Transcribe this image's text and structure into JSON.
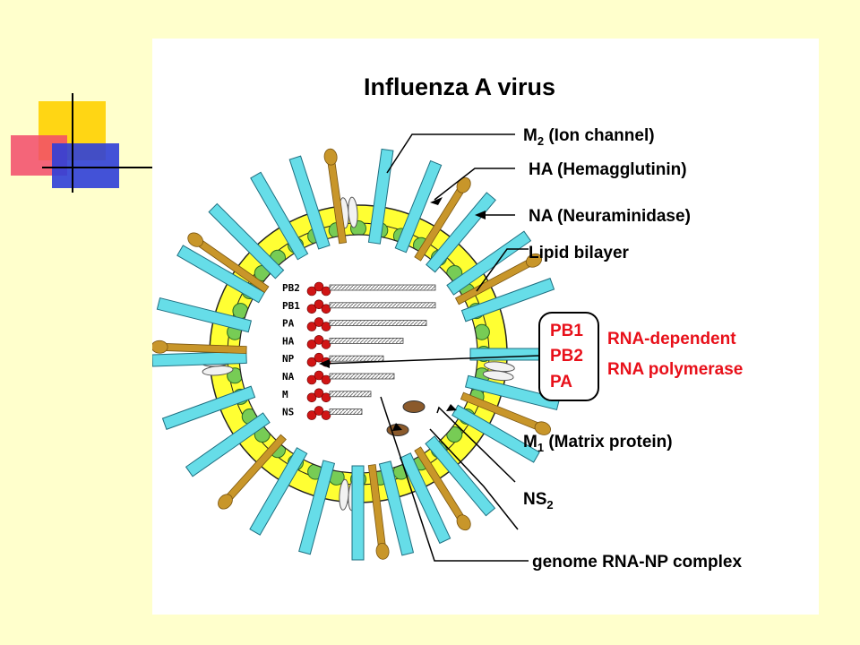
{
  "title": "Influenza A virus",
  "labels": {
    "m2": {
      "main": "M",
      "sub": "2",
      "rest": " (Ion channel)"
    },
    "ha": "HA (Hemagglutinin)",
    "na": "NA (Neuraminidase)",
    "lipid": "Lipid bilayer",
    "m1": {
      "main": "M",
      "sub": "1",
      "rest": " (Matrix protein)"
    },
    "ns2": {
      "main": "NS",
      "sub": "2"
    },
    "genome": "genome RNA-NP complex"
  },
  "polymerase": {
    "box_lines": [
      "PB1",
      "PB2",
      "PA"
    ],
    "desc_lines": [
      "RNA-dependent",
      "RNA polymerase"
    ]
  },
  "segments": [
    "PB2",
    "PB1",
    "PA",
    "HA",
    "NP",
    "NA",
    "M",
    "NS"
  ],
  "colors": {
    "background": "#FFFFCC",
    "membrane": "#FFFF33",
    "ha_spike": "#66DDE8",
    "na_spike": "#C8962A",
    "matrix": "#77CC55",
    "rnp_head": "#D01515",
    "polymerase_text": "#E8101A"
  }
}
